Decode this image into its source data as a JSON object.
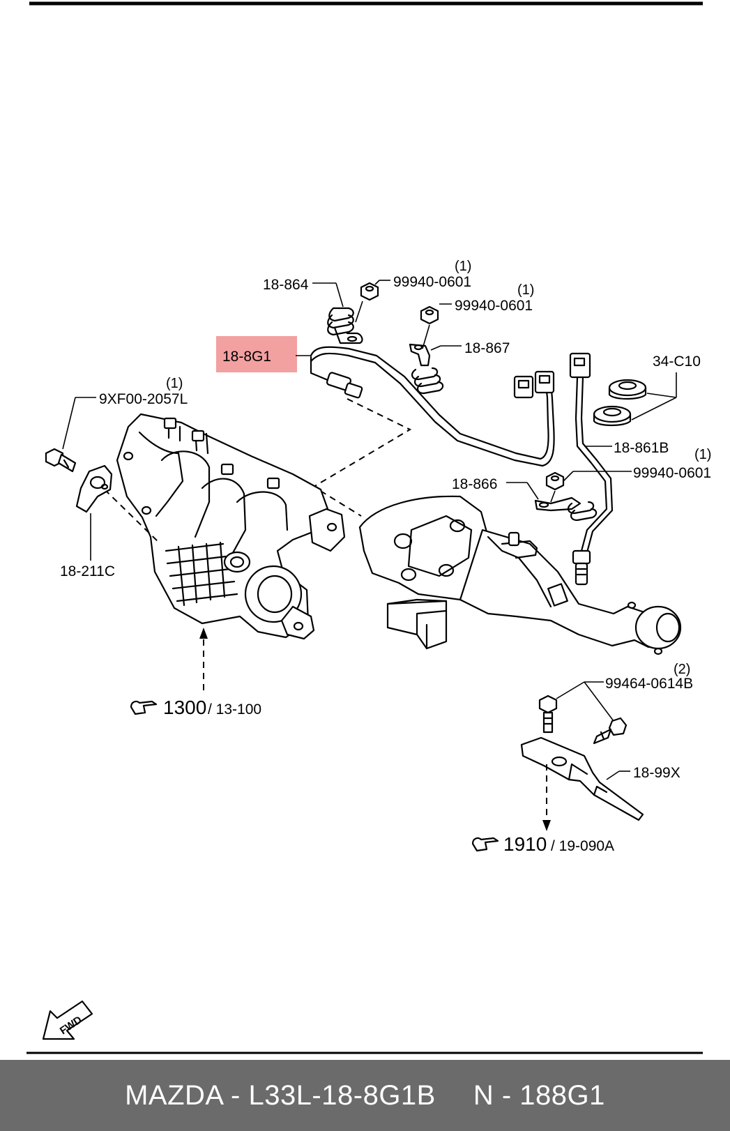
{
  "highlight_label": "18-8G1",
  "callouts": {
    "c18_864": "18-864",
    "c99940_a": "99940-0601",
    "c99940_a_qty": "(1)",
    "c99940_b": "99940-0601",
    "c99940_b_qty": "(1)",
    "c18_867": "18-867",
    "c34_c10": "34-C10",
    "c9xf00": "9XF00-2057L",
    "c9xf00_qty": "(1)",
    "c18_861b": "18-861B",
    "c99940_c": "99940-0601",
    "c99940_c_qty": "(1)",
    "c18_866": "18-866",
    "c18_211c": "18-211C",
    "c99464": "99464-0614B",
    "c99464_qty": "(2)",
    "c18_99x": "18-99X"
  },
  "references": {
    "ref1_main": "1300",
    "ref1_sub": "/ 13-100",
    "ref2_main": "1910",
    "ref2_sub": "/ 19-090A"
  },
  "fwd_label": "FWD",
  "footer": {
    "brand_part": "MAZDA - L33L-18-8G1B",
    "number": "N - 188G1"
  },
  "colors": {
    "highlight": "#f3a0a0",
    "footer_bg": "#6b6b6b",
    "footer_text": "#ffffff"
  }
}
